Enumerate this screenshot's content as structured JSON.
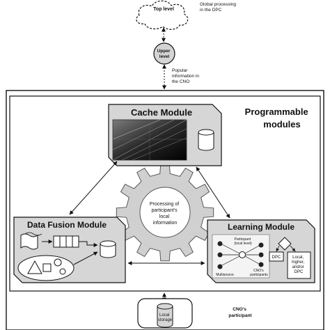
{
  "top": {
    "cloud_label": "Top level",
    "global_note": [
      "Global processing",
      "in the DPC"
    ]
  },
  "upper": {
    "circle_label": [
      "Upper",
      "level"
    ],
    "popular_note": [
      "Popular",
      "information in",
      "the CNO"
    ]
  },
  "programmable": {
    "title": [
      "Programmable",
      "modules"
    ]
  },
  "modules": {
    "cache": {
      "title": "Cache Module"
    },
    "data_fusion": {
      "title": "Data Fusion Module"
    },
    "learning": {
      "title": "Learning Module",
      "participant": [
        "Participant",
        "(local level)"
      ],
      "multisource": "Multisource",
      "cno_participants": [
        "CNO's",
        "participants"
      ],
      "dpc": "DPC",
      "local_dpc": [
        "Local,",
        "higher,",
        "and/or",
        "DPC"
      ]
    }
  },
  "gear": {
    "text": [
      "Processing of",
      "participant's",
      "local",
      "information"
    ]
  },
  "participant": {
    "storage_label": [
      "Local",
      "storage"
    ],
    "cno_label": [
      "CNO's",
      "participant"
    ]
  },
  "colors": {
    "module_fill": "#d6d6d6",
    "gear_fill": "#d0d0d0",
    "line": "#111111"
  }
}
